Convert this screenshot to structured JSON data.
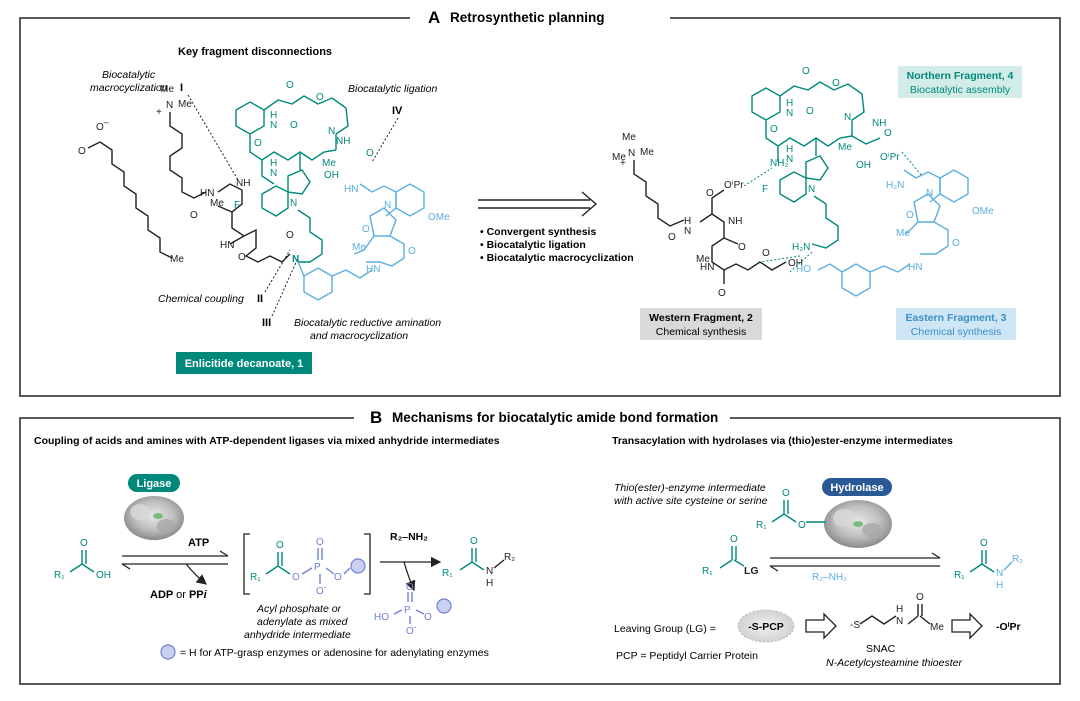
{
  "panel_a": {
    "letter": "A",
    "title": "Retrosynthetic planning",
    "key_fragment": "Key fragment disconnections",
    "labels": {
      "macro_1": "Biocatalytic",
      "macro_2": "macrocyclization",
      "numeral_1": "I",
      "ligation": "Biocatalytic ligation",
      "numeral_4": "IV",
      "chem_coupling": "Chemical coupling",
      "numeral_2": "II",
      "numeral_3": "III",
      "redam_1": "Biocatalytic reductive amination",
      "redam_2": "and macrocyclization"
    },
    "compound_1": "Enlicitide decanoate, 1",
    "strategy": [
      "• Convergent synthesis",
      "• Biocatalytic ligation",
      "• Biocatalytic macrocyclization"
    ],
    "western": {
      "name": "Western Fragment, 2",
      "method": "Chemical synthesis"
    },
    "eastern": {
      "name": "Eastern Fragment, 3",
      "method": "Chemical synthesis"
    },
    "northern": {
      "name": "Northern Fragment, 4",
      "method": "Biocatalytic assembly"
    },
    "atoms": {
      "me": "Me",
      "n": "N",
      "plus": "+",
      "minus": "–",
      "o": "O",
      "f": "F",
      "h": "H",
      "nh": "NH",
      "hn": "HN",
      "oh": "OH",
      "ho": "HO",
      "ome": "OMe",
      "nh2": "NH₂",
      "h2n": "H₂N",
      "oipr": "OⁱPr"
    },
    "colors": {
      "teal": "#00897B",
      "blue": "#5AAEE0",
      "black": "#222222"
    }
  },
  "panel_b": {
    "letter": "B",
    "title": "Mechanisms for biocatalytic amide bond formation",
    "left_title": "Coupling of acids and amines with ATP-dependent ligases via mixed anhydride intermediates",
    "right_title": "Transacylation with hydrolases via (thio)ester-enzyme intermediates",
    "ligase": "Ligase",
    "hydrolase": "Hydrolase",
    "atp": "ATP",
    "adp": "ADP",
    "or": "or",
    "ppi": "PP",
    "ppi_i": "i",
    "amine_reagent": "R₂–NH₂",
    "r1": "R₁",
    "r2": "R₂",
    "oh": "OH",
    "o": "O",
    "p": "P",
    "h": "H",
    "n": "N",
    "minus": "-",
    "ho": "HO",
    "lg": "LG",
    "s": "S",
    "me": "Me",
    "acyl_caption": [
      "Acyl phosphate or",
      "adenylate as mixed",
      "anhydride intermediate"
    ],
    "thio_caption": [
      "Thio(ester)-enzyme intermediate",
      "with active site cysteine or serine"
    ],
    "circle_note": "= H for ATP-grasp enzymes or adenosine for adenylating enzymes",
    "leaving_group": "Leaving Group (LG) =",
    "s_pcp": "-S-PCP",
    "snac": "SNAC",
    "snac_full": "N-Acetylcysteamine thioester",
    "oipr_lg": "-OⁱPr",
    "pcp_def": "PCP = Peptidyl Carrier Protein",
    "colors": {
      "teal": "#00897B",
      "blue": "#5AAEE0",
      "purple": "#6f7fd6",
      "lavender": "#c9d0f2"
    }
  }
}
